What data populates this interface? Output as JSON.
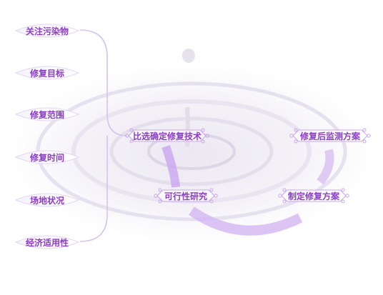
{
  "factors": [
    {
      "label": "关注污染物"
    },
    {
      "label": "修复目标"
    },
    {
      "label": "修复范围"
    },
    {
      "label": "修复时间"
    },
    {
      "label": "场地状况"
    },
    {
      "label": "经济适用性"
    }
  ],
  "steps": {
    "compare": "比选确定修复技术",
    "feasibility": "可行性研究",
    "plan": "制定修复方案",
    "monitoring": "修复后监测方案"
  },
  "colors": {
    "text": "#8a3fc0",
    "accent": "#c9a6ee",
    "connector": "#d7c2f1"
  }
}
